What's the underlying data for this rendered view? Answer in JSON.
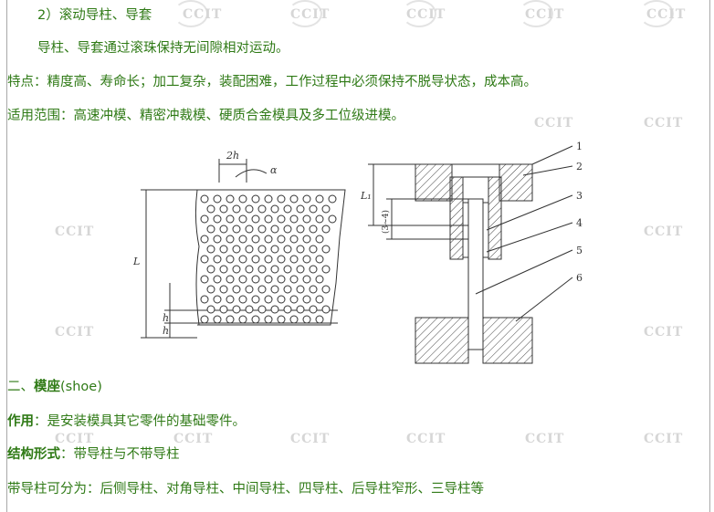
{
  "watermark": "CCIT",
  "content": {
    "heading_2": "2）滚动导柱、导套",
    "intro": "导柱、导套通过滚珠保持无间隙相对运动。",
    "features": "特点：精度高、寿命长；加工复杂，装配困难，工作过程中必须保持不脱导状态，成本高。",
    "scope": "适用范围：高速冲模、精密冲裁模、硬质合金模具及多工位级进模。",
    "section2_num": "二、",
    "section2_title": "模座",
    "section2_en": "(shoe)",
    "role_label": "作用",
    "role_text": "：是安装模具其它零件的基础零件。",
    "struct_label": "结构形式",
    "struct_text": "：带导柱与不带导柱",
    "split_text": "带导柱可分为：后侧导柱、对角导柱、中间导柱、四导柱、后导柱窄形、三导柱等"
  },
  "figure_left": {
    "label_2h": "2h",
    "label_alpha": "α",
    "label_L": "L",
    "label_h": "h",
    "label_h2": "h"
  },
  "figure_right": {
    "label_L1": "L₁",
    "label_range": "(3~4)",
    "part_numbers": [
      "1",
      "2",
      "3",
      "4",
      "5",
      "6"
    ]
  }
}
